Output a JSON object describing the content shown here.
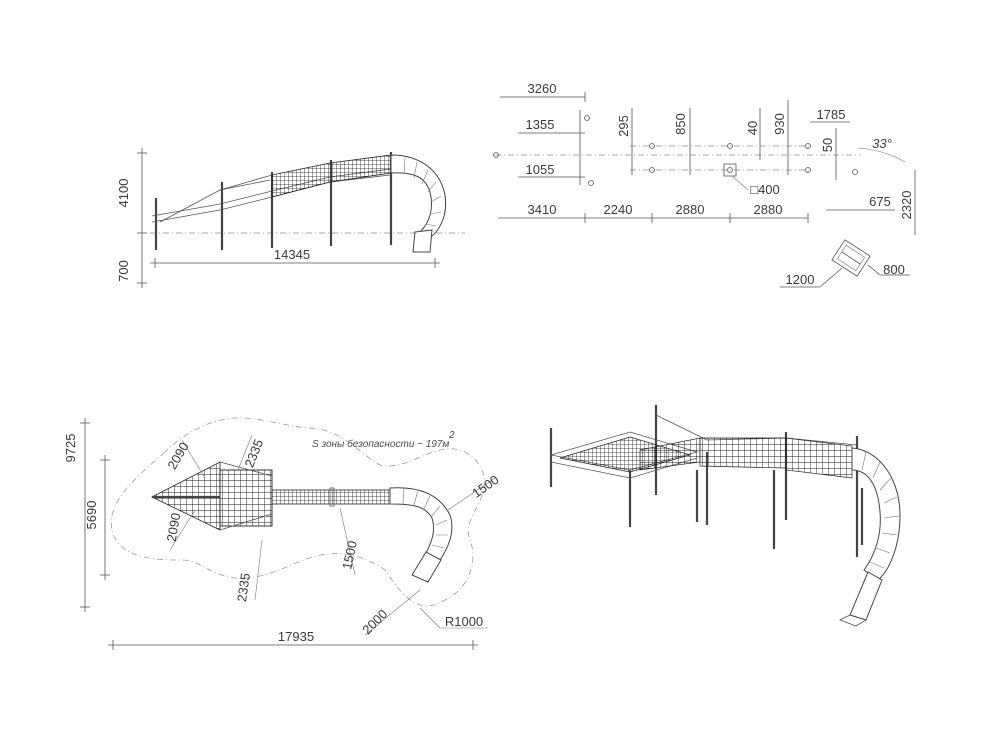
{
  "side_view": {
    "height_total": "4100",
    "depth": "700",
    "length": "14345"
  },
  "plan_foundations": {
    "top_offset": "3260",
    "d1355": "1355",
    "d1055": "1055",
    "d295": "295",
    "d850": "850",
    "d40": "40",
    "d930": "930",
    "d1785": "1785",
    "d50": "50",
    "angle": "33°",
    "pad": "□400",
    "s3410": "3410",
    "s2240": "2240",
    "s2880a": "2880",
    "s2880b": "2880",
    "d675": "675",
    "d2320": "2320",
    "d1200": "1200",
    "d800": "800"
  },
  "top_view": {
    "zone_note": "S зоны безопасности ~ 197м",
    "zone_note_sup": "2",
    "d2090a": "2090",
    "d2335a": "2335",
    "d2090b": "2090",
    "d2335b": "2335",
    "d1500a": "1500",
    "d1500b": "1500",
    "d2000": "2000",
    "r1000": "R1000",
    "h9725": "9725",
    "h5690": "5690",
    "l17935": "17935"
  }
}
